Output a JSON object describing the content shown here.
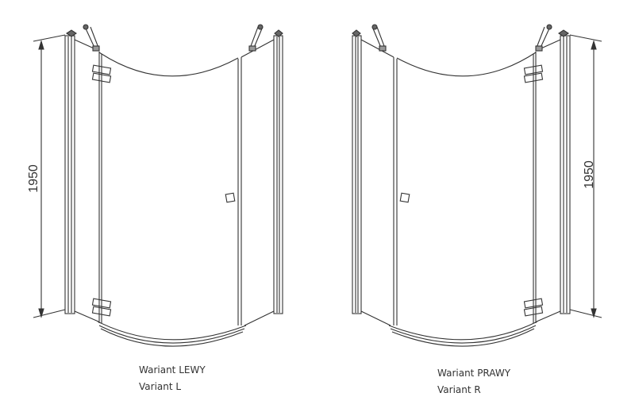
{
  "variants": [
    {
      "title": "Wariant LEWY",
      "subtitle": "Variant L",
      "height_label": "1950"
    },
    {
      "title": "Wariant PRAWY",
      "subtitle": "Variant R",
      "height_label": "1950"
    }
  ]
}
